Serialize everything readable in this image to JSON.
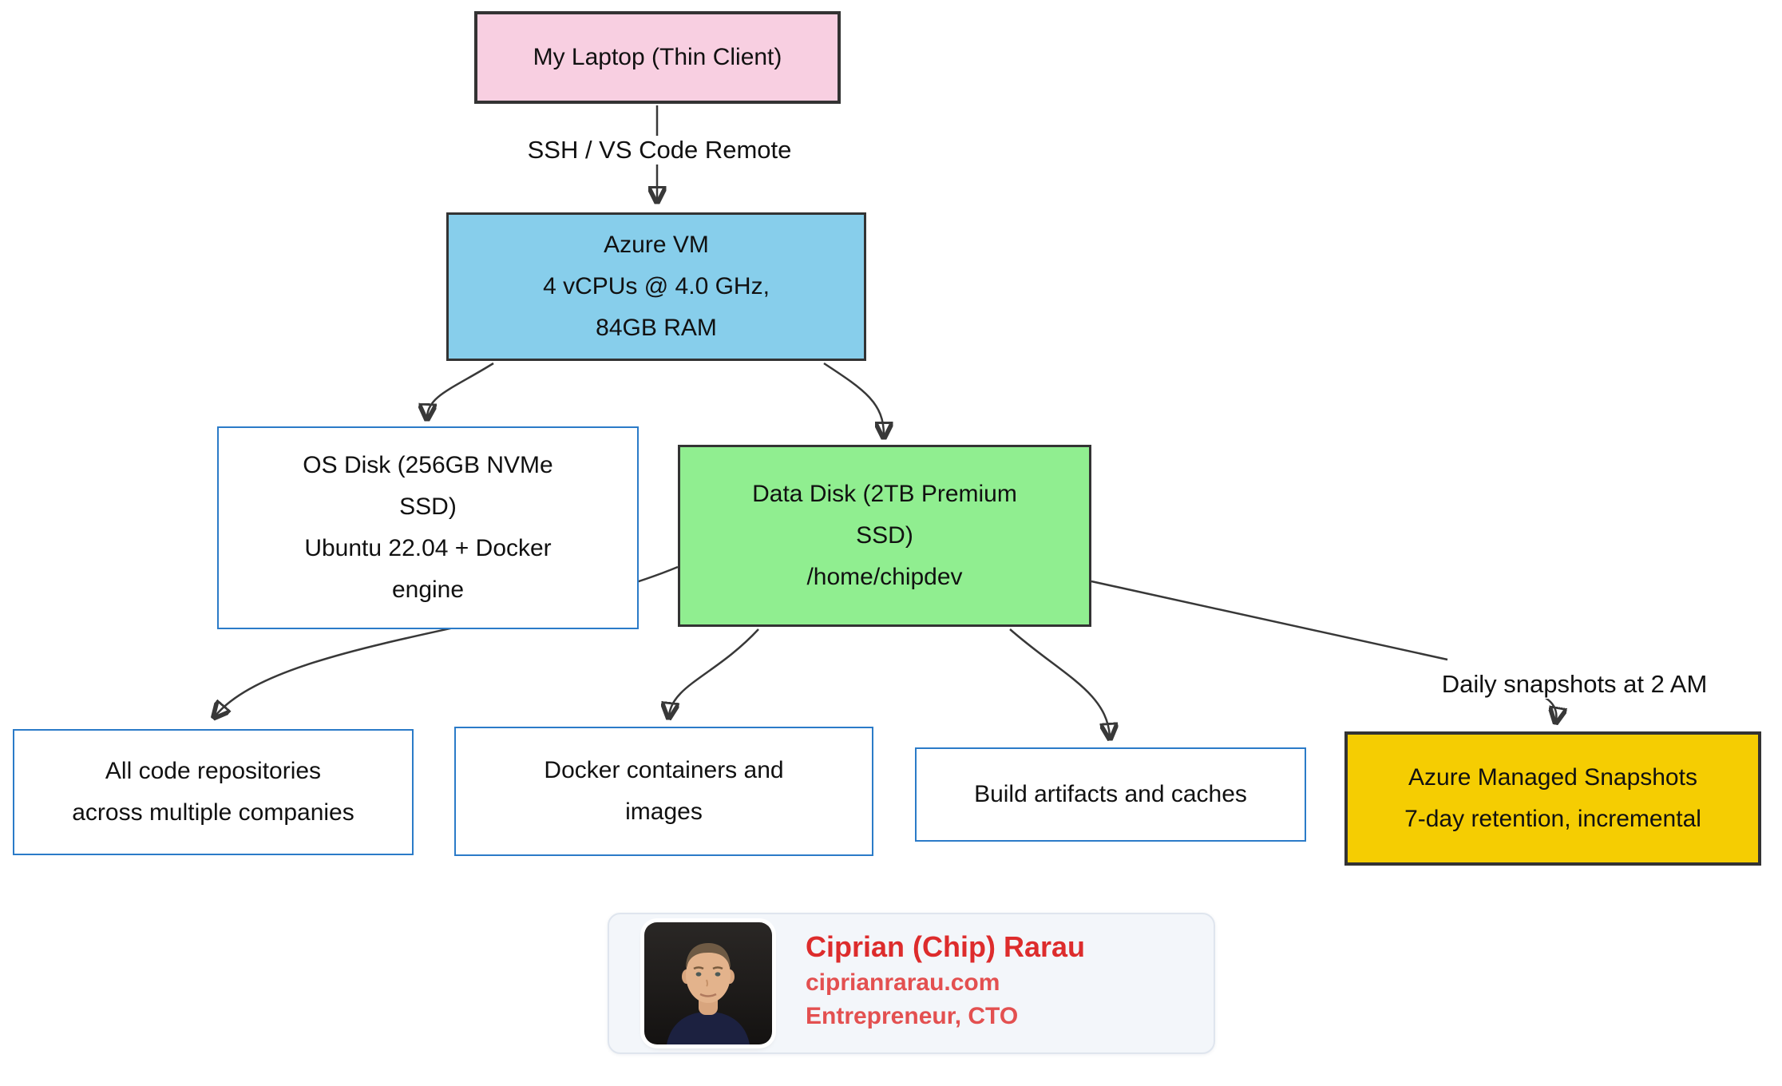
{
  "diagram": {
    "nodes": {
      "laptop": {
        "lines": [
          "My Laptop (Thin Client)"
        ],
        "fill": "#f8cfe1"
      },
      "vm": {
        "lines": [
          "Azure VM",
          "4 vCPUs @ 4.0 GHz,",
          "84GB RAM"
        ],
        "fill": "#87ceeb"
      },
      "os_disk": {
        "lines": [
          "OS Disk (256GB NVMe",
          "SSD)",
          "Ubuntu 22.04 + Docker",
          "engine"
        ],
        "fill": "#ffffff"
      },
      "data_disk": {
        "lines": [
          "Data Disk (2TB Premium",
          "SSD)",
          "/home/chipdev"
        ],
        "fill": "#90ee90"
      },
      "repos": {
        "lines": [
          "All code repositories",
          "across multiple companies"
        ],
        "fill": "#ffffff"
      },
      "docker": {
        "lines": [
          "Docker containers and",
          "images"
        ],
        "fill": "#ffffff"
      },
      "artifacts": {
        "lines": [
          "Build artifacts and caches"
        ],
        "fill": "#ffffff"
      },
      "snapshots": {
        "lines": [
          "Azure Managed Snapshots",
          "7-day retention, incremental"
        ],
        "fill": "#f5cd02"
      }
    },
    "edge_labels": {
      "ssh": "SSH / VS Code Remote",
      "daily": "Daily snapshots at 2 AM"
    },
    "colors": {
      "edge_stroke": "#383838",
      "dark_node_border": "#333333",
      "plain_node_border": "#2b7bc8"
    }
  },
  "author_card": {
    "name": "Ciprian (Chip) Rarau",
    "website": "ciprianrarau.com",
    "title": "Entrepreneur, CTO",
    "name_color": "#dd2c2c",
    "accent_color": "#e35050"
  }
}
